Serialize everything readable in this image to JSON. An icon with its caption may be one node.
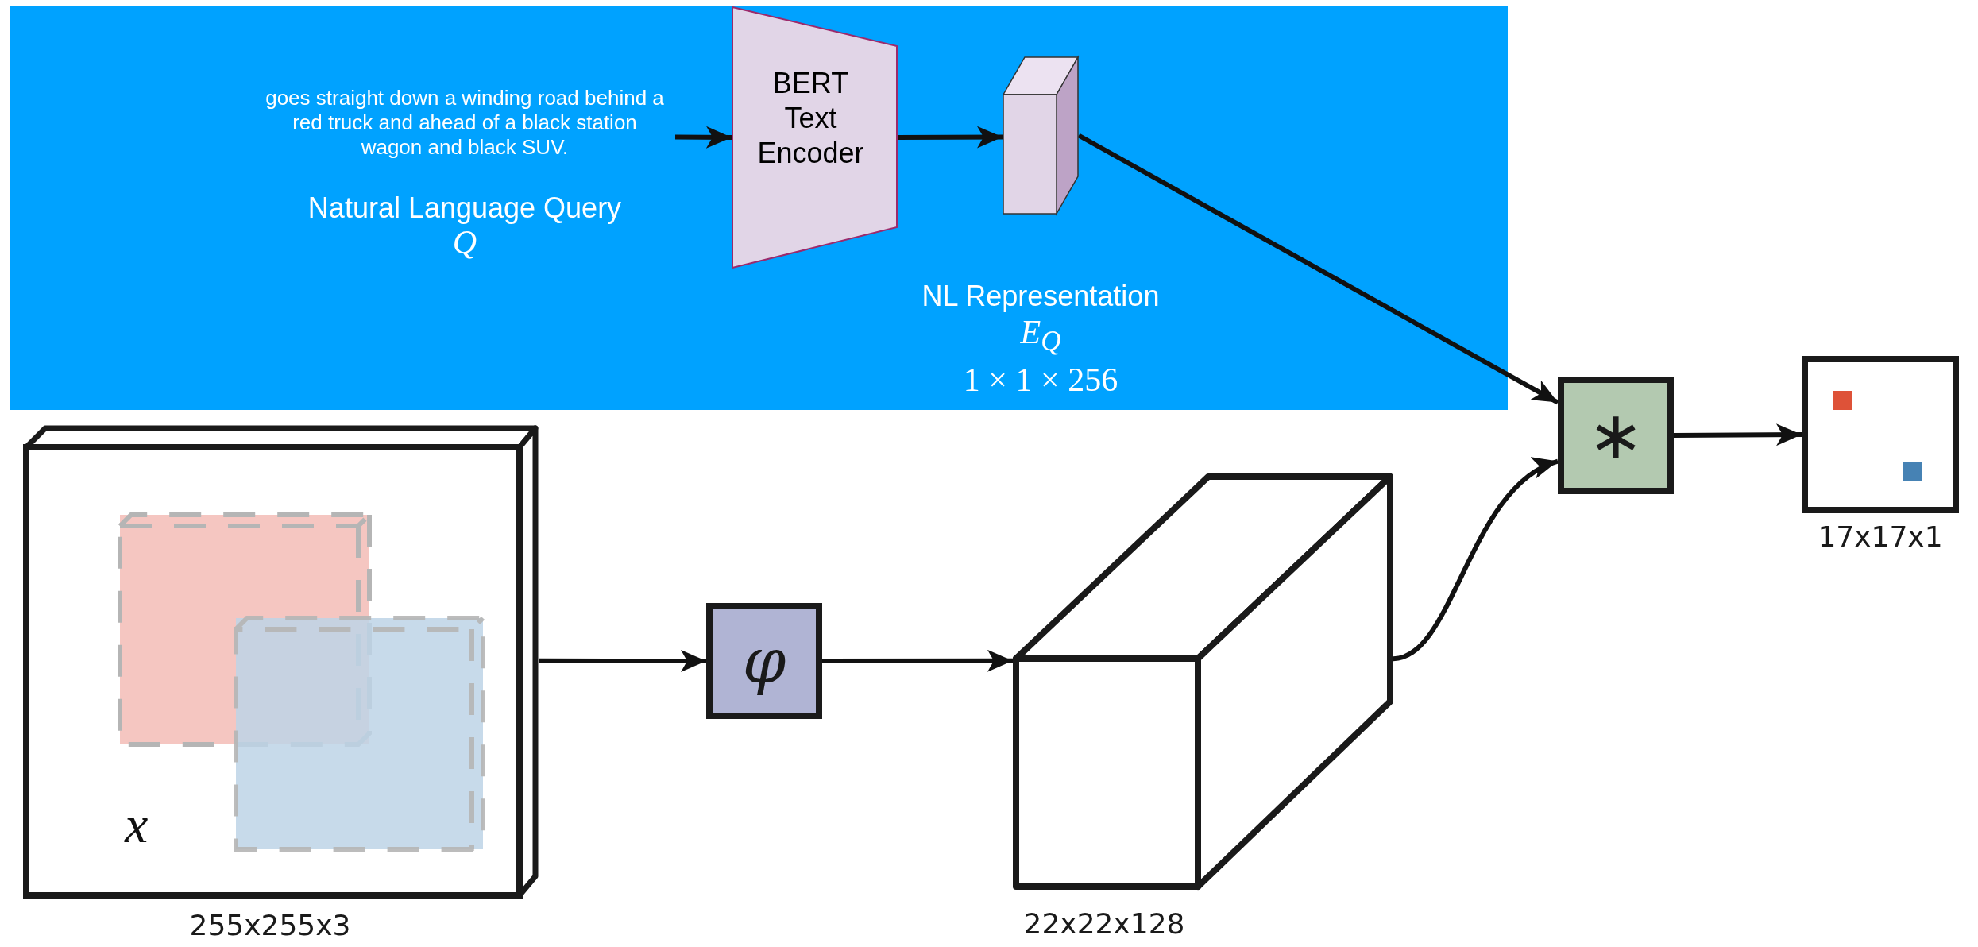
{
  "diagram": {
    "nodes": [
      {
        "text": [],
        "shape": "box"
      },
      {
        "text": [
          "goes straight down a winding road behind a red truck and ahead of a black station wagon and black SUV.",
          "Natural Language Query",
          "Q"
        ],
        "in": 0
      },
      {
        "text": [
          "BERT Text Encoder"
        ],
        "in": 0
      },
      {
        "text": [],
        "shape": "box",
        "in": 0,
        "beside": [
          "NL Representation",
          "E$_{Q}$",
          "1 × 1 × 256"
        ]
      },
      {
        "text": [
          "x"
        ],
        "beside": [
          "255x255x3"
        ]
      },
      {
        "text": [
          "φ"
        ]
      },
      {
        "text": [],
        "shape": "box",
        "beside": [
          "22x22x128"
        ]
      },
      {
        "text": [
          "∗"
        ]
      },
      {
        "text": [],
        "shape": "box",
        "beside": [
          "17x17x1"
        ]
      }
    ],
    "edges": [
      {
        "from": 1,
        "to": 2,
        "arrow": "to"
      },
      {
        "from": 2,
        "to": 3,
        "arrow": "to"
      },
      {
        "from": 3,
        "to": 7,
        "arrow": "to"
      },
      {
        "from": 4,
        "to": 5,
        "arrow": "to"
      },
      {
        "from": 5,
        "to": 6,
        "arrow": "to"
      },
      {
        "from": 6,
        "to": 7,
        "arrow": "to"
      },
      {
        "from": 7,
        "to": 8,
        "arrow": "to"
      }
    ]
  }
}
